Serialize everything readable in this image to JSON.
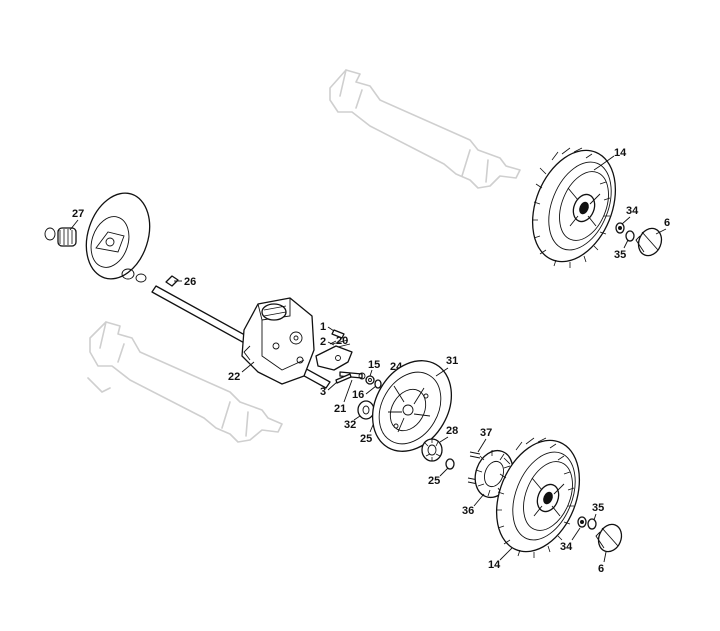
{
  "diagram": {
    "labels": {
      "wheel_rear_top": "14",
      "wheel_front_bottom": "14",
      "cap_top": "6",
      "cap_bottom": "6",
      "bushing_top": "34",
      "bushing_bottom": "34",
      "washer_top": "35",
      "washer_bottom": "35",
      "pinion_left": "27",
      "drive_rod": "26",
      "gearbox": "22",
      "pin_1": "1",
      "spring_2": "2",
      "screw_3": "3",
      "bracket_20": "20",
      "link_21": "21",
      "nut_15": "15",
      "washer_16": "16",
      "clip_24": "24",
      "bearing_32": "32",
      "ring_25_upper": "25",
      "ring_25_lower": "25",
      "cover_31": "31",
      "pinion_28": "28",
      "screw_37": "37",
      "gear_36": "36"
    },
    "colors": {
      "line": "#111111",
      "ghost": "#cfcfcf",
      "background": "#ffffff"
    }
  }
}
